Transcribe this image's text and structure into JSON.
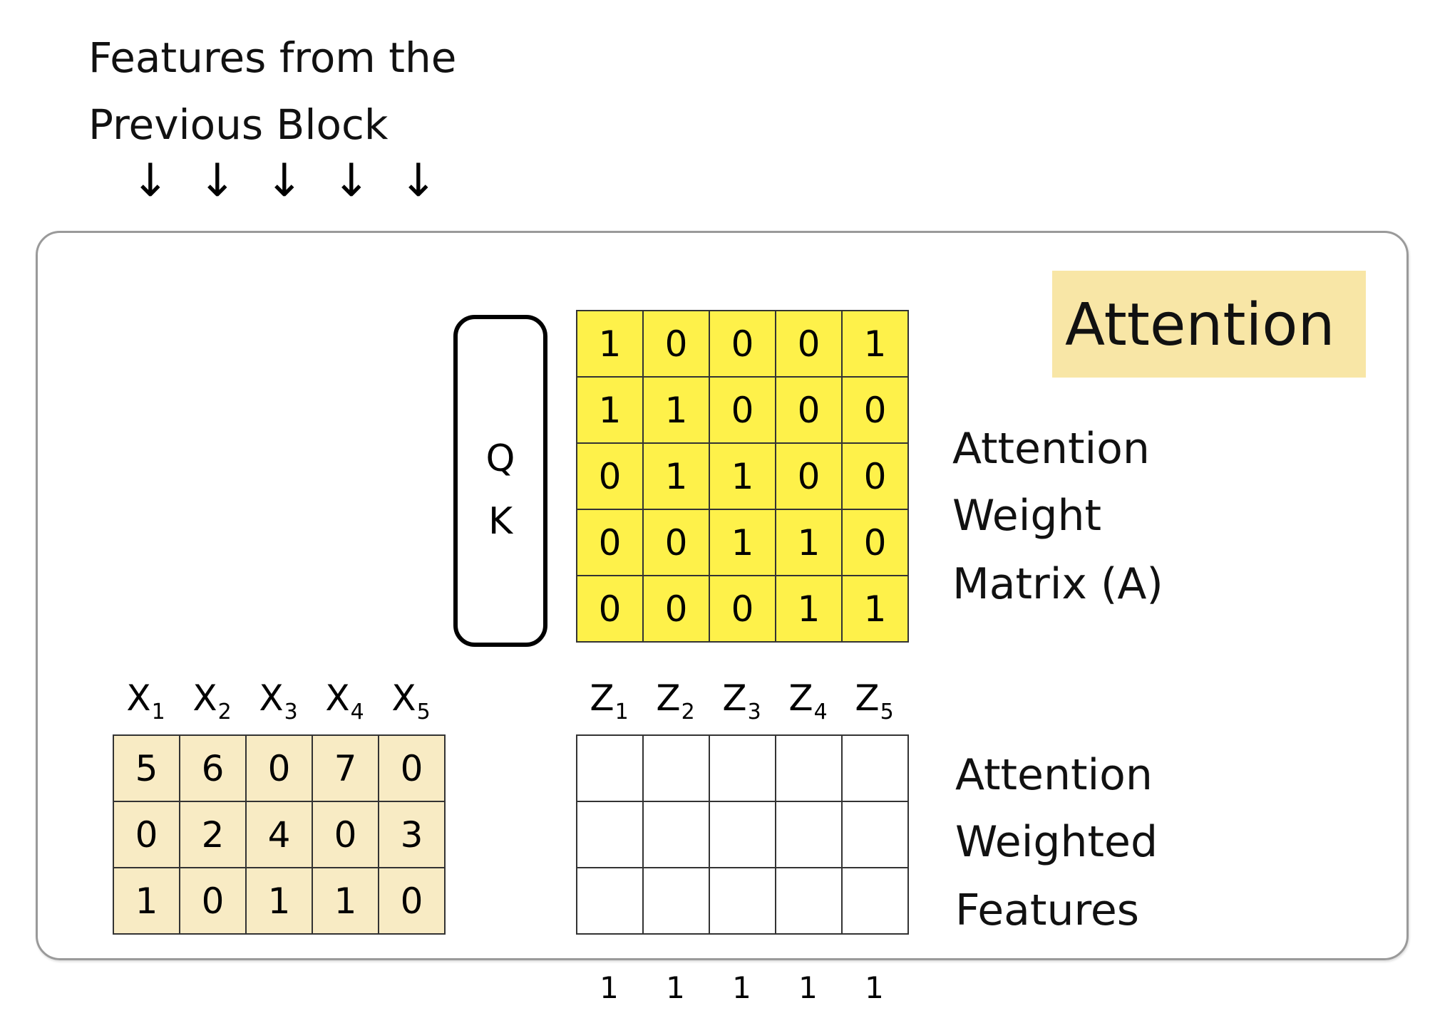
{
  "header": {
    "line1": "Features from the",
    "line2": "Previous Block",
    "arrow_glyph": "↓",
    "arrow_count": 5
  },
  "badge": {
    "label": "Attention",
    "color": "#f8e6a6"
  },
  "qk": {
    "q": "Q",
    "k": "K"
  },
  "attention_matrix": {
    "label_lines": [
      "Attention",
      "Weight",
      "Matrix (A)"
    ],
    "color": "#fef14a",
    "rows": [
      [
        "1",
        "0",
        "0",
        "0",
        "1"
      ],
      [
        "1",
        "1",
        "0",
        "0",
        "0"
      ],
      [
        "0",
        "1",
        "1",
        "0",
        "0"
      ],
      [
        "0",
        "0",
        "1",
        "1",
        "0"
      ],
      [
        "0",
        "0",
        "0",
        "1",
        "1"
      ]
    ]
  },
  "input_features": {
    "color": "#f8ebc4",
    "columns": [
      {
        "letter": "X",
        "sub": "1"
      },
      {
        "letter": "X",
        "sub": "2"
      },
      {
        "letter": "X",
        "sub": "3"
      },
      {
        "letter": "X",
        "sub": "4"
      },
      {
        "letter": "X",
        "sub": "5"
      }
    ],
    "rows": [
      [
        "5",
        "6",
        "0",
        "7",
        "0"
      ],
      [
        "0",
        "2",
        "4",
        "0",
        "3"
      ],
      [
        "1",
        "0",
        "1",
        "1",
        "0"
      ]
    ]
  },
  "output_features": {
    "label_lines": [
      "Attention",
      "Weighted",
      "Features"
    ],
    "columns": [
      {
        "letter": "Z",
        "sub": "1"
      },
      {
        "letter": "Z",
        "sub": "2"
      },
      {
        "letter": "Z",
        "sub": "3"
      },
      {
        "letter": "Z",
        "sub": "4"
      },
      {
        "letter": "Z",
        "sub": "5"
      }
    ],
    "rows": [
      [
        "",
        "",
        "",
        "",
        ""
      ],
      [
        "",
        "",
        "",
        "",
        ""
      ],
      [
        "",
        "",
        "",
        "",
        ""
      ]
    ]
  },
  "bottom_values": [
    "1",
    "1",
    "1",
    "1",
    "1"
  ]
}
